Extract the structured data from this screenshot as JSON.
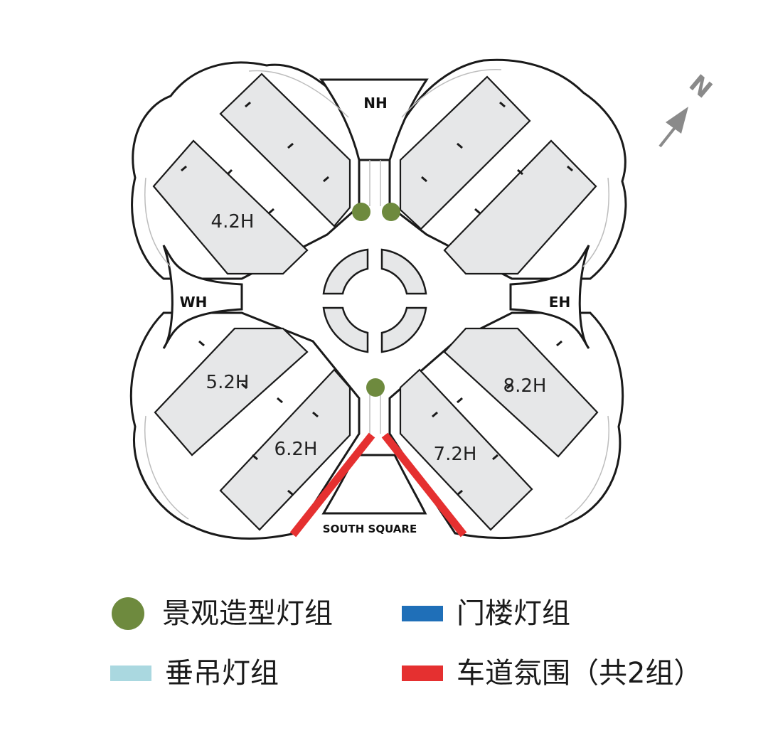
{
  "halls": {
    "nh": "NH",
    "wh": "WH",
    "eh": "EH",
    "south_square": "SOUTH SQUARE",
    "h42": "4.2H",
    "h52": "5.2H",
    "h62": "6.2H",
    "h72": "7.2H",
    "h82": "8.2H"
  },
  "compass": {
    "letter": "N"
  },
  "legend": {
    "landscape": "景观造型灯组",
    "gate": "门楼灯组",
    "pendant": "垂吊灯组",
    "driveway": "车道氛围（共2组）"
  },
  "colors": {
    "landscape": "#6e8a3e",
    "gate": "#1f6fb8",
    "pendant": "#aad8e0",
    "driveway": "#e53030",
    "hall_fill": "#e6e7e8",
    "outline": "#1a1a1a"
  }
}
